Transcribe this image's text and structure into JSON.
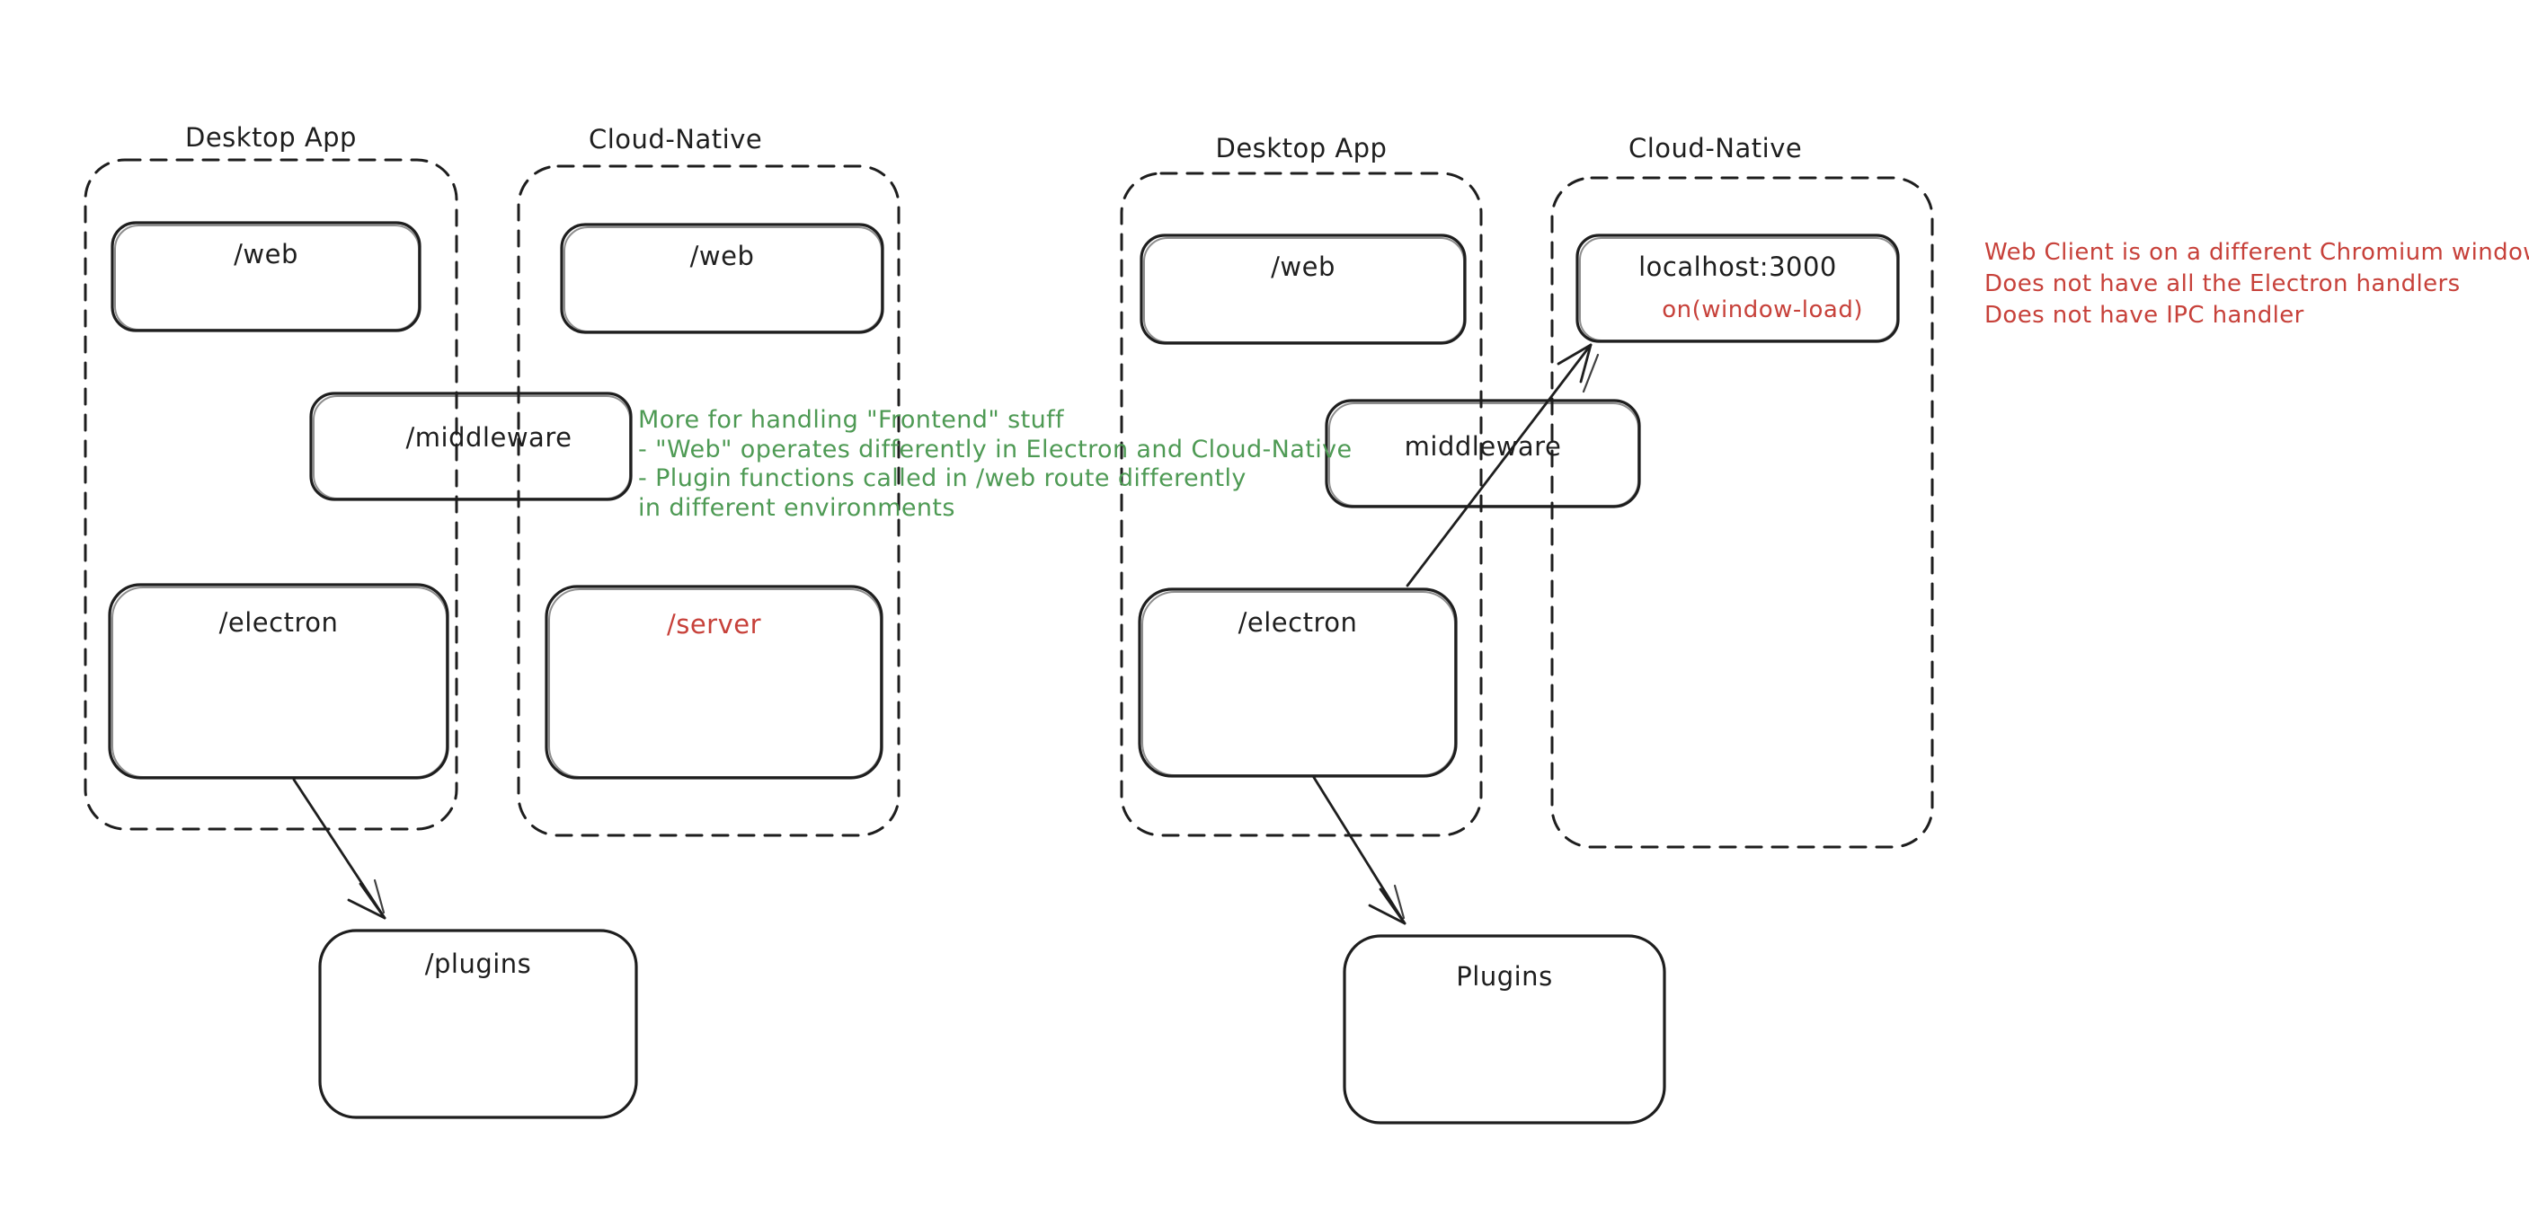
{
  "colors": {
    "ink": "#1e1e1e",
    "green": "#4e9a54",
    "red": "#c7413a",
    "background": "#ffffff"
  },
  "left_diagram": {
    "desktop_header": "Desktop App",
    "cloud_header": "Cloud-Native",
    "web_desktop": "/web",
    "web_cloud": "/web",
    "middleware": "/middleware",
    "electron": "/electron",
    "server": "/server",
    "plugins": "/plugins"
  },
  "right_diagram": {
    "desktop_header": "Desktop App",
    "cloud_header": "Cloud-Native",
    "web_desktop": "/web",
    "localhost": "localhost:3000",
    "window_load": "on(window-load)",
    "middleware": "middleware",
    "electron": "/electron",
    "plugins": "Plugins"
  },
  "notes": {
    "green_lines": [
      "More for handling \"Frontend\" stuff",
      "- \"Web\" operates differently in Electron and Cloud-Native",
      "- Plugin functions called in /web route differently",
      "in different environments"
    ],
    "red_lines": [
      "Web Client is on a different Chromium window",
      "Does not have all the Electron handlers",
      "Does not have IPC handler"
    ]
  }
}
